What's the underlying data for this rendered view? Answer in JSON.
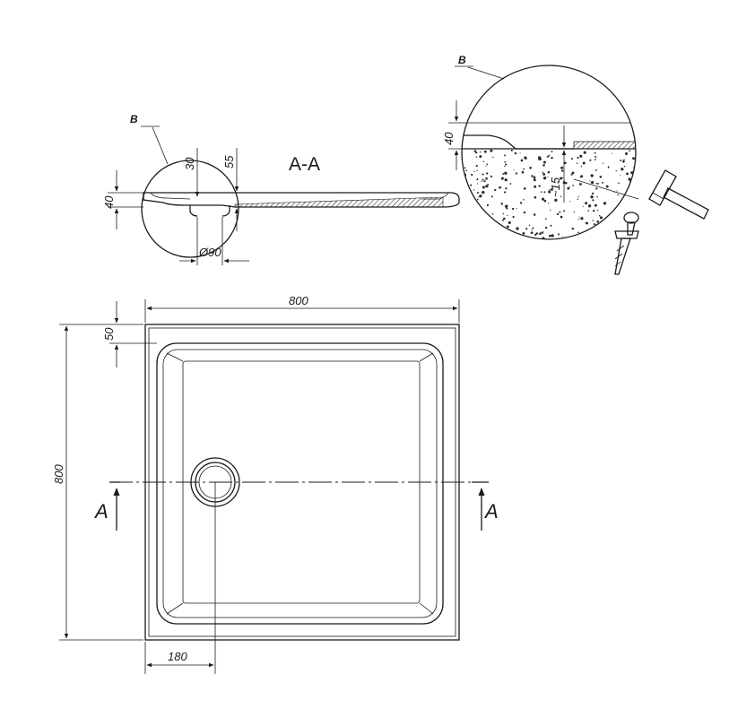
{
  "section_view": {
    "title": "A-A",
    "detail_callout": "B",
    "dim_height": "40",
    "dim_depth_30": "30",
    "dim_depth_55": "55",
    "dim_drain_diameter": "Ø90"
  },
  "detail_b": {
    "callout": "B",
    "dim_height": "40",
    "dim_screed": "~15",
    "icons": [
      "hammer-icon",
      "anchor-screw-icon"
    ]
  },
  "plan_view": {
    "dim_width": "800",
    "dim_length": "800",
    "dim_rim": "50",
    "dim_drain_offset": "180",
    "section_mark_left": "A",
    "section_mark_right": "A"
  },
  "colors": {
    "line": "#1a1a1a",
    "hatch": "#333333",
    "background": "#ffffff"
  }
}
